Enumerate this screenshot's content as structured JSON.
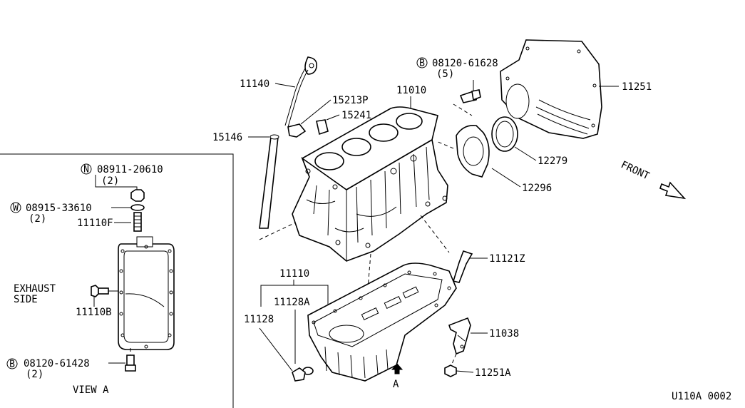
{
  "parts": {
    "p11140": "11140",
    "p15213p": "15213P",
    "p11010": "11010",
    "p15241": "15241",
    "p15146": "15146",
    "p08120_61628": "08120-61628",
    "p08120_61628_qty": "(5)",
    "p11251": "11251",
    "p12279": "12279",
    "p12296": "12296",
    "front": "FRONT",
    "p11121z": "11121Z",
    "p11110": "11110",
    "p11128a": "11128A",
    "p11128": "11128",
    "p11038": "11038",
    "p11251a": "11251A",
    "view_ref": "A"
  },
  "view_a": {
    "p08911_20610": "08911-20610",
    "p08911_20610_qty": "(2)",
    "p08915_33610": "08915-33610",
    "p08915_33610_qty": "(2)",
    "p11110f": "11110F",
    "exhaust_line1": "EXHAUST",
    "exhaust_line2": "SIDE",
    "p11110b": "11110B",
    "p08120_61428": "08120-61428",
    "p08120_61428_qty": "(2)",
    "title": "VIEW A"
  },
  "symbols": {
    "bolt": "B",
    "nut": "N",
    "washer": "W"
  },
  "figure_code": "U110A 0002"
}
